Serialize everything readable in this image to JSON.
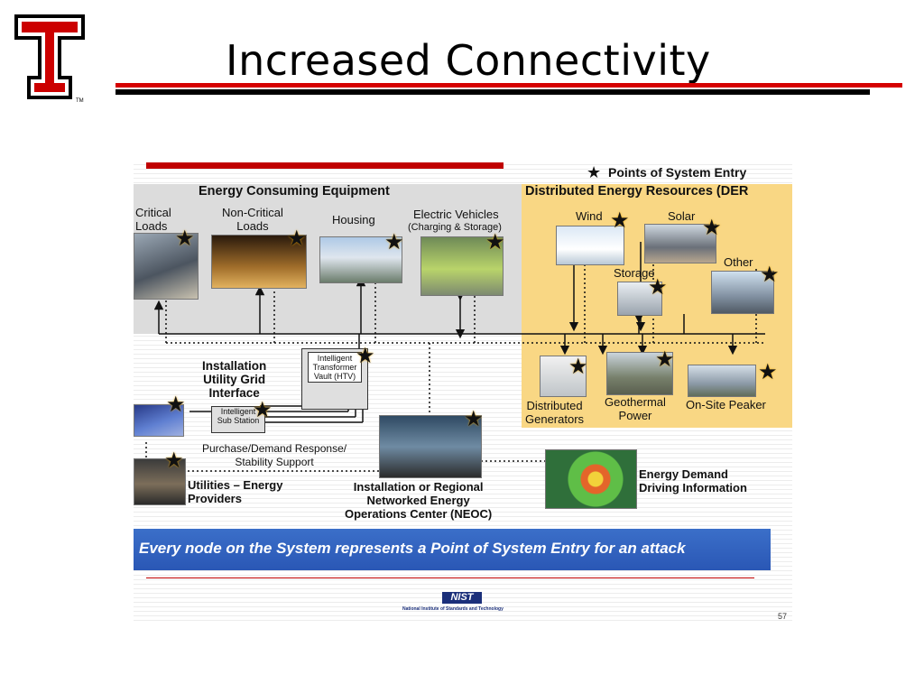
{
  "slide": {
    "title": "Increased Connectivity",
    "logo_letter": "T",
    "logo_mark": "TM"
  },
  "diagram": {
    "legend": "Points of System Entry",
    "left_heading": "Energy Consuming Equipment",
    "right_heading": "Distributed Energy Resources (DER",
    "consumers": {
      "critical": "Critical\nLoads",
      "noncritical": "Non-Critical\nLoads",
      "housing": "Housing",
      "ev": "Electric Vehicles",
      "ev_sub": "(Charging & Storage)"
    },
    "der": {
      "wind": "Wind",
      "solar": "Solar",
      "storage": "Storage",
      "other": "Other",
      "dist_gen": "Distributed\nGenerators",
      "geothermal": "Geothermal\nPower",
      "peaker": "On-Site Peaker"
    },
    "interface": "Installation\nUtility Grid\nInterface",
    "htv": "Intelligent\nTransformer\nVault (HTV)",
    "substation": "Intelligent\nSub Station",
    "purchase": "Purchase/Demand Response/\nStability Support",
    "utilities": "Utilities – Energy\nProviders",
    "neoc": "Installation or Regional\nNetworked Energy\nOperations Center (NEOC)",
    "demand": "Energy Demand\nDriving Information",
    "banner": "Every node on the System represents a Point of System Entry for an attack",
    "nist": "NIST",
    "nist_sub": "National Institute of Standards and Technology",
    "page_number": "57"
  },
  "colors": {
    "accent_red": "#d50000",
    "der_panel": "#f9d784",
    "banner_blue": "#2a57b5"
  }
}
